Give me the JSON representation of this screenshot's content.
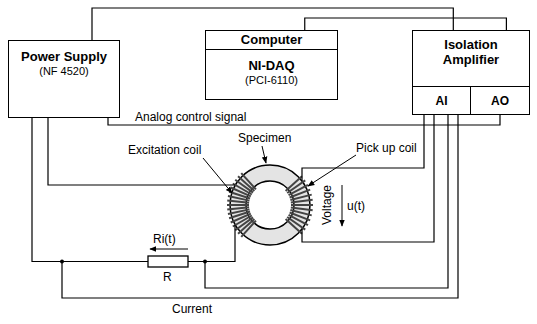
{
  "diagram": {
    "nodes": [
      {
        "text": [
          "Power Supply",
          "(NF 4520)"
        ]
      },
      {
        "text": [
          "Computer",
          "NI-DAQ",
          "(PCI-6110)"
        ]
      },
      {
        "text": [
          "Isolation Amplifier"
        ]
      },
      {
        "text": [
          "AI"
        ],
        "in": 2
      },
      {
        "text": [
          "AO"
        ],
        "in": 2
      }
    ],
    "edges": [
      {
        "from": 0,
        "to": 2,
        "arrow": "none"
      },
      {
        "from": 1,
        "to": 2,
        "arrow": "none"
      },
      {
        "from": 4,
        "to": 0,
        "label": "Analog control signal",
        "arrow": "none"
      }
    ],
    "labels": [
      "Ri(t)",
      "R",
      "Excitation coil",
      "Specimen",
      "Pick up coil",
      "Voltage",
      "u(t)",
      "Current"
    ]
  }
}
